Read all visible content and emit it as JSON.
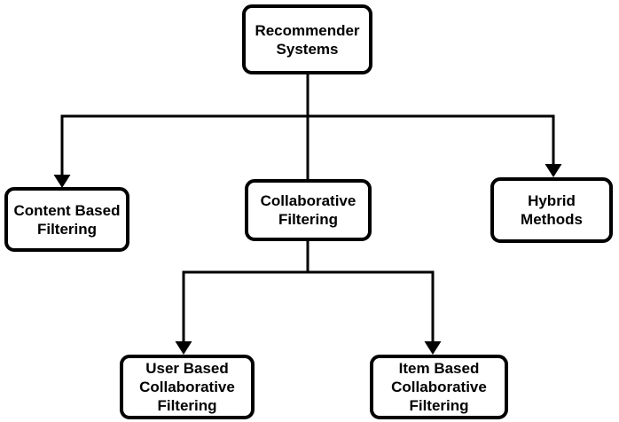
{
  "diagram": {
    "type": "tree-flowchart",
    "background_color": "#ffffff",
    "line_color": "#000000",
    "box_fill_color": "#ffffff",
    "box_border_color": "#000000",
    "text_color": "#000000"
  },
  "nodes": [
    {
      "id": "recommender-systems",
      "label": "Recommender Systems",
      "lines": [
        "Recommender",
        "Systems"
      ]
    },
    {
      "id": "content-based-filtering",
      "label": "Content Based Filtering",
      "lines": [
        "Content Based",
        "Filtering"
      ]
    },
    {
      "id": "collaborative-filtering",
      "label": "Collaborative Filtering",
      "lines": [
        "Collaborative",
        "Filtering"
      ]
    },
    {
      "id": "hybrid-methods",
      "label": "Hybrid Methods",
      "lines": [
        "Hybrid",
        "Methods"
      ]
    },
    {
      "id": "user-based-collaborative-filtering",
      "label": "User Based Collaborative Filtering",
      "lines": [
        "User Based",
        "Collaborative",
        "Filtering"
      ]
    },
    {
      "id": "item-based-collaborative-filtering",
      "label": "Item Based Collaborative Filtering",
      "lines": [
        "Item Based",
        "Collaborative",
        "Filtering"
      ]
    }
  ],
  "edges": [
    {
      "from": "recommender-systems",
      "to": "content-based-filtering",
      "arrowhead": true
    },
    {
      "from": "recommender-systems",
      "to": "collaborative-filtering",
      "arrowhead": false
    },
    {
      "from": "recommender-systems",
      "to": "hybrid-methods",
      "arrowhead": true
    },
    {
      "from": "collaborative-filtering",
      "to": "user-based-collaborative-filtering",
      "arrowhead": true
    },
    {
      "from": "collaborative-filtering",
      "to": "item-based-collaborative-filtering",
      "arrowhead": true
    }
  ]
}
